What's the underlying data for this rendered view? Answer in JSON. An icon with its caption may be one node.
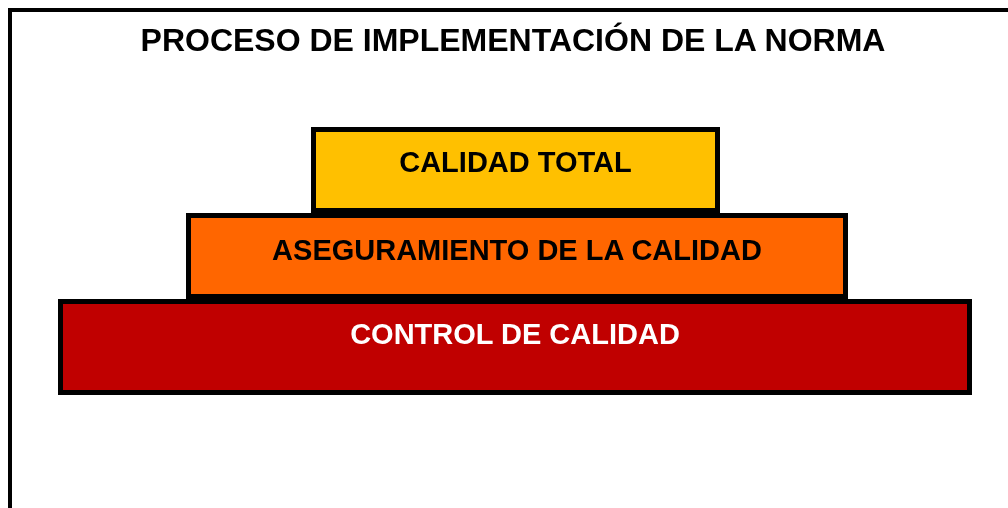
{
  "diagram": {
    "title": "PROCESO DE IMPLEMENTACIÓN DE LA NORMA",
    "nodes": [
      {
        "text": [
          "CALIDAD TOTAL"
        ]
      },
      {
        "text": [
          "ASEGURAMIENTO DE LA CALIDAD"
        ]
      },
      {
        "text": [
          "CONTROL DE CALIDAD"
        ]
      }
    ]
  }
}
